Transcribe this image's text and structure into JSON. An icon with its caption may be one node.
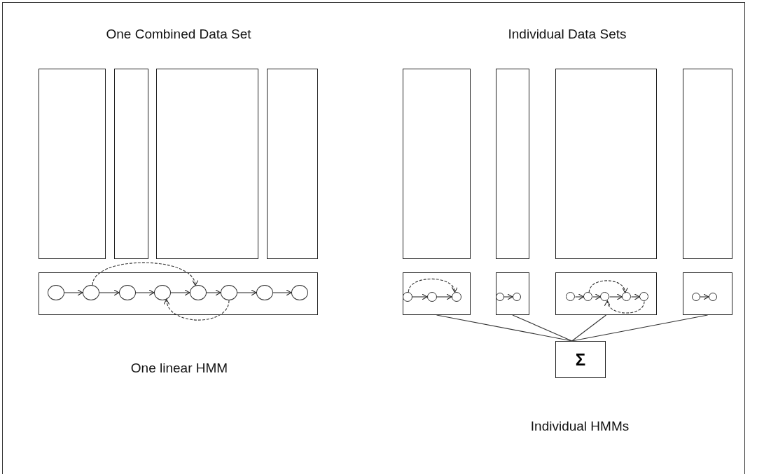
{
  "diagram": {
    "nodes": [
      {
        "text": [],
        "shape": "box"
      },
      {
        "text": [],
        "shape": "box"
      },
      {
        "text": [],
        "shape": "box"
      },
      {
        "text": [],
        "shape": "box"
      },
      {
        "text": [],
        "shape": "box"
      },
      {
        "text": [],
        "shape": "box"
      },
      {
        "text": [],
        "shape": "box"
      },
      {
        "text": [],
        "shape": "box"
      },
      {
        "text": [],
        "shape": "box"
      },
      {
        "text": [],
        "shape": "circle",
        "in": 8
      },
      {
        "text": [],
        "shape": "circle",
        "in": 8
      },
      {
        "text": [],
        "shape": "circle",
        "in": 8
      },
      {
        "text": [],
        "shape": "circle",
        "in": 8
      },
      {
        "text": [],
        "shape": "circle",
        "in": 8
      },
      {
        "text": [],
        "shape": "circle",
        "in": 8
      },
      {
        "text": [],
        "shape": "circle",
        "in": 8
      },
      {
        "text": [],
        "shape": "circle",
        "in": 8
      },
      {
        "text": [],
        "shape": "box"
      },
      {
        "text": [],
        "shape": "circle",
        "in": 17
      },
      {
        "text": [],
        "shape": "circle",
        "in": 17
      },
      {
        "text": [],
        "shape": "circle",
        "in": 17
      },
      {
        "text": [],
        "shape": "box"
      },
      {
        "text": [],
        "shape": "circle",
        "in": 21
      },
      {
        "text": [],
        "shape": "circle",
        "in": 21
      },
      {
        "text": [],
        "shape": "box"
      },
      {
        "text": [],
        "shape": "circle",
        "in": 24
      },
      {
        "text": [],
        "shape": "circle",
        "in": 24
      },
      {
        "text": [],
        "shape": "circle",
        "in": 24
      },
      {
        "text": [],
        "shape": "circle",
        "in": 24
      },
      {
        "text": [],
        "shape": "circle",
        "in": 24
      },
      {
        "text": [],
        "shape": "box"
      },
      {
        "text": [],
        "shape": "circle",
        "in": 30
      },
      {
        "text": [],
        "shape": "circle",
        "in": 30
      },
      {
        "text": [
          "Σ"
        ]
      }
    ],
    "edges": [
      {
        "from": 9,
        "to": 10,
        "arrow": "to"
      },
      {
        "from": 10,
        "to": 11,
        "arrow": "to"
      },
      {
        "from": 11,
        "to": 12,
        "arrow": "to"
      },
      {
        "from": 12,
        "to": 13,
        "arrow": "to"
      },
      {
        "from": 13,
        "to": 14,
        "arrow": "to"
      },
      {
        "from": 14,
        "to": 15,
        "arrow": "to"
      },
      {
        "from": 15,
        "to": 16,
        "arrow": "to"
      },
      {
        "from": 10,
        "to": 13,
        "arrow": "to",
        "style": "dashed"
      },
      {
        "from": 14,
        "to": 12,
        "arrow": "to",
        "style": "dashed"
      },
      {
        "from": 18,
        "to": 19,
        "arrow": "to"
      },
      {
        "from": 19,
        "to": 20,
        "arrow": "to"
      },
      {
        "from": 18,
        "to": 20,
        "arrow": "to",
        "style": "dashed"
      },
      {
        "from": 22,
        "to": 23,
        "arrow": "to"
      },
      {
        "from": 25,
        "to": 26,
        "arrow": "to"
      },
      {
        "from": 26,
        "to": 27,
        "arrow": "to"
      },
      {
        "from": 27,
        "to": 28,
        "arrow": "to"
      },
      {
        "from": 28,
        "to": 29,
        "arrow": "to"
      },
      {
        "from": 26,
        "to": 28,
        "arrow": "to",
        "style": "dashed"
      },
      {
        "from": 29,
        "to": 27,
        "arrow": "to",
        "style": "dashed"
      },
      {
        "from": 31,
        "to": 32,
        "arrow": "to"
      },
      {
        "from": 17,
        "to": 33,
        "arrow": "none"
      },
      {
        "from": 21,
        "to": 33,
        "arrow": "none"
      },
      {
        "from": 24,
        "to": 33,
        "arrow": "none"
      },
      {
        "from": 30,
        "to": 33,
        "arrow": "none"
      }
    ],
    "labels": [
      "One Combined Data Set",
      "Individual Data Sets",
      "One linear HMM",
      "Individual HMMs"
    ]
  }
}
